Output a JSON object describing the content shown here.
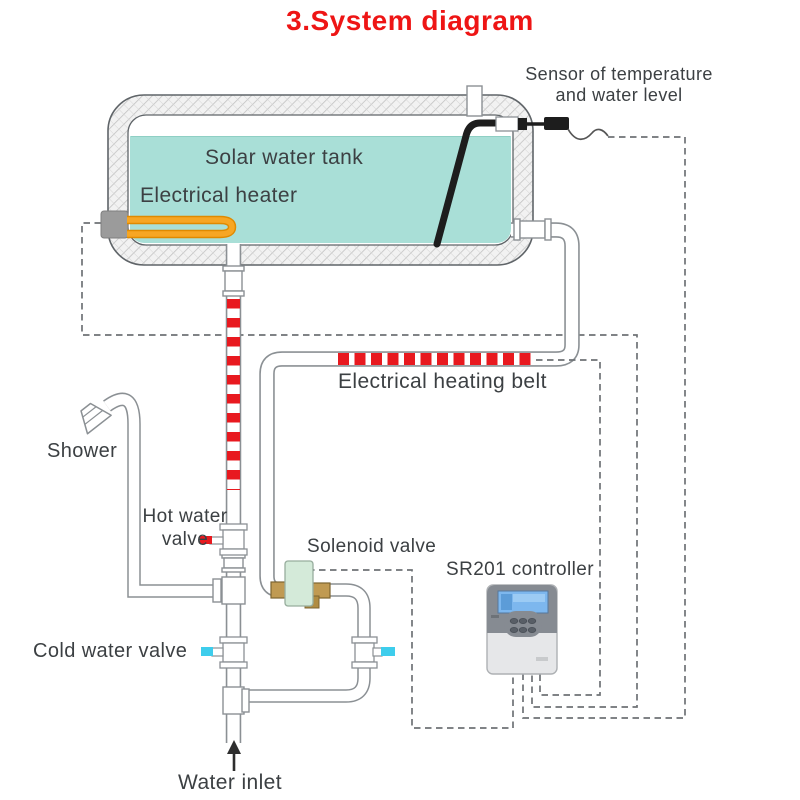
{
  "title": "3.System diagram",
  "labels": {
    "tank": "Solar water tank",
    "heater": "Electrical heater",
    "sensor_line1": "Sensor of temperature",
    "sensor_line2": "and water level",
    "heating_belt": "Electrical heating belt",
    "shower": "Shower",
    "hot_valve_line1": "Hot water",
    "hot_valve_line2": "valve",
    "solenoid": "Solenoid valve",
    "controller": "SR201 controller",
    "cold_valve": "Cold water valve",
    "water_inlet": "Water inlet"
  },
  "colors": {
    "title_red": "#ee1515",
    "stripe_red": "#e8191f",
    "handle_red": "#e8191f",
    "handle_cyan": "#3ecdec",
    "water_teal": "#a9dfd7",
    "heater_orange": "#f7a623",
    "heater_outline": "#e08a00",
    "solenoid_green": "#d4ead9",
    "brass": "#c09a52",
    "lcd_blue": "#7db7ee",
    "pipe_outline": "#8b9094",
    "wire_gray": "#6e7276",
    "sensor_black": "#1d1d1d",
    "text_gray": "#3c4043"
  },
  "components": [
    "solar-water-tank",
    "electrical-heater",
    "temperature-water-level-sensor",
    "electrical-heating-belt",
    "shower",
    "hot-water-valve",
    "solenoid-valve",
    "cold-water-valve",
    "sr201-controller",
    "water-inlet"
  ]
}
